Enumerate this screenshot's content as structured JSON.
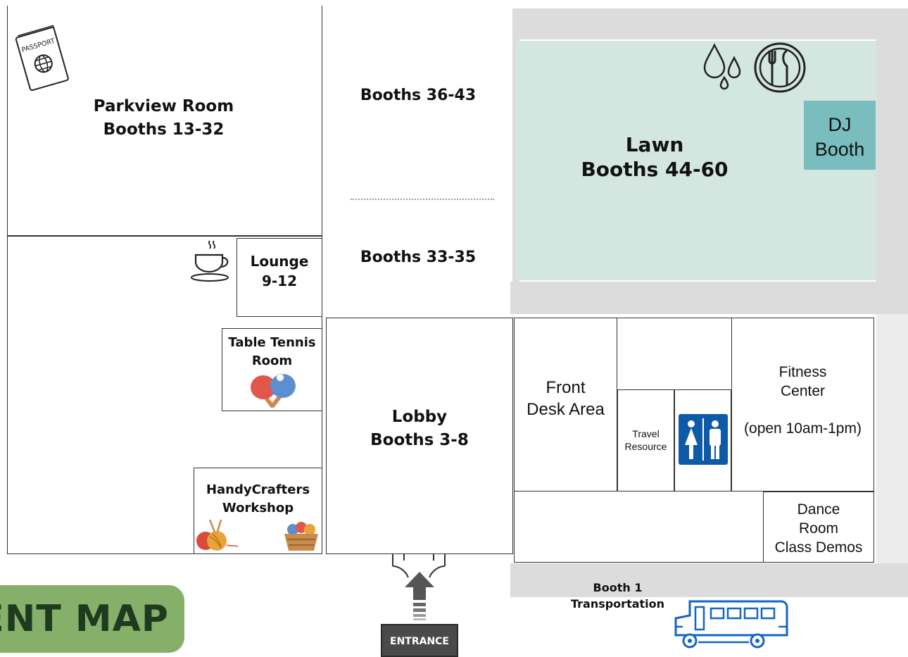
{
  "rooms": {
    "parkview": {
      "name": "Parkview Room",
      "booths": "Booths 13-32"
    },
    "booths_36_43": "Booths 36-43",
    "booths_33_35": "Booths 33-35",
    "lawn": {
      "name": "Lawn",
      "booths": "Booths 44-60"
    },
    "dj_booth": {
      "line1": "DJ",
      "line2": "Booth"
    },
    "lounge": {
      "name": "Lounge",
      "booths": "9-12"
    },
    "table_tennis": {
      "line1": "Table Tennis",
      "line2": "Room"
    },
    "lobby": {
      "name": "Lobby",
      "booths": "Booths 3-8"
    },
    "front_desk": {
      "line1": "Front",
      "line2": "Desk Area"
    },
    "travel": {
      "line1": "Travel",
      "line2": "Resource"
    },
    "fitness": {
      "line1": "Fitness",
      "line2": "Center",
      "hours": "(open 10am-1pm)"
    },
    "handycrafters": {
      "line1": "HandyCrafters",
      "line2": "Workshop"
    },
    "dance": {
      "line1": "Dance",
      "line2": "Room",
      "line3": "Class Demos"
    },
    "booth1": {
      "line1": "Booth 1",
      "line2": "Transportation"
    }
  },
  "entrance_label": "ENTRANCE",
  "map_title": "ENT MAP",
  "passport_text": "PASSPORT",
  "colors": {
    "lawn": "#d4e6e0",
    "dj": "#79bdbf",
    "title_bg": "#86b06a",
    "restroom": "#0d5aa7",
    "bus": "#1565c0",
    "path": "#dcdcdc"
  },
  "icons": [
    "passport-icon",
    "water-drops-icon",
    "plate-utensils-icon",
    "coffee-cup-icon",
    "ping-pong-icon",
    "yarn-icon",
    "basket-icon",
    "restroom-icon",
    "up-arrow-icon",
    "bus-icon"
  ]
}
